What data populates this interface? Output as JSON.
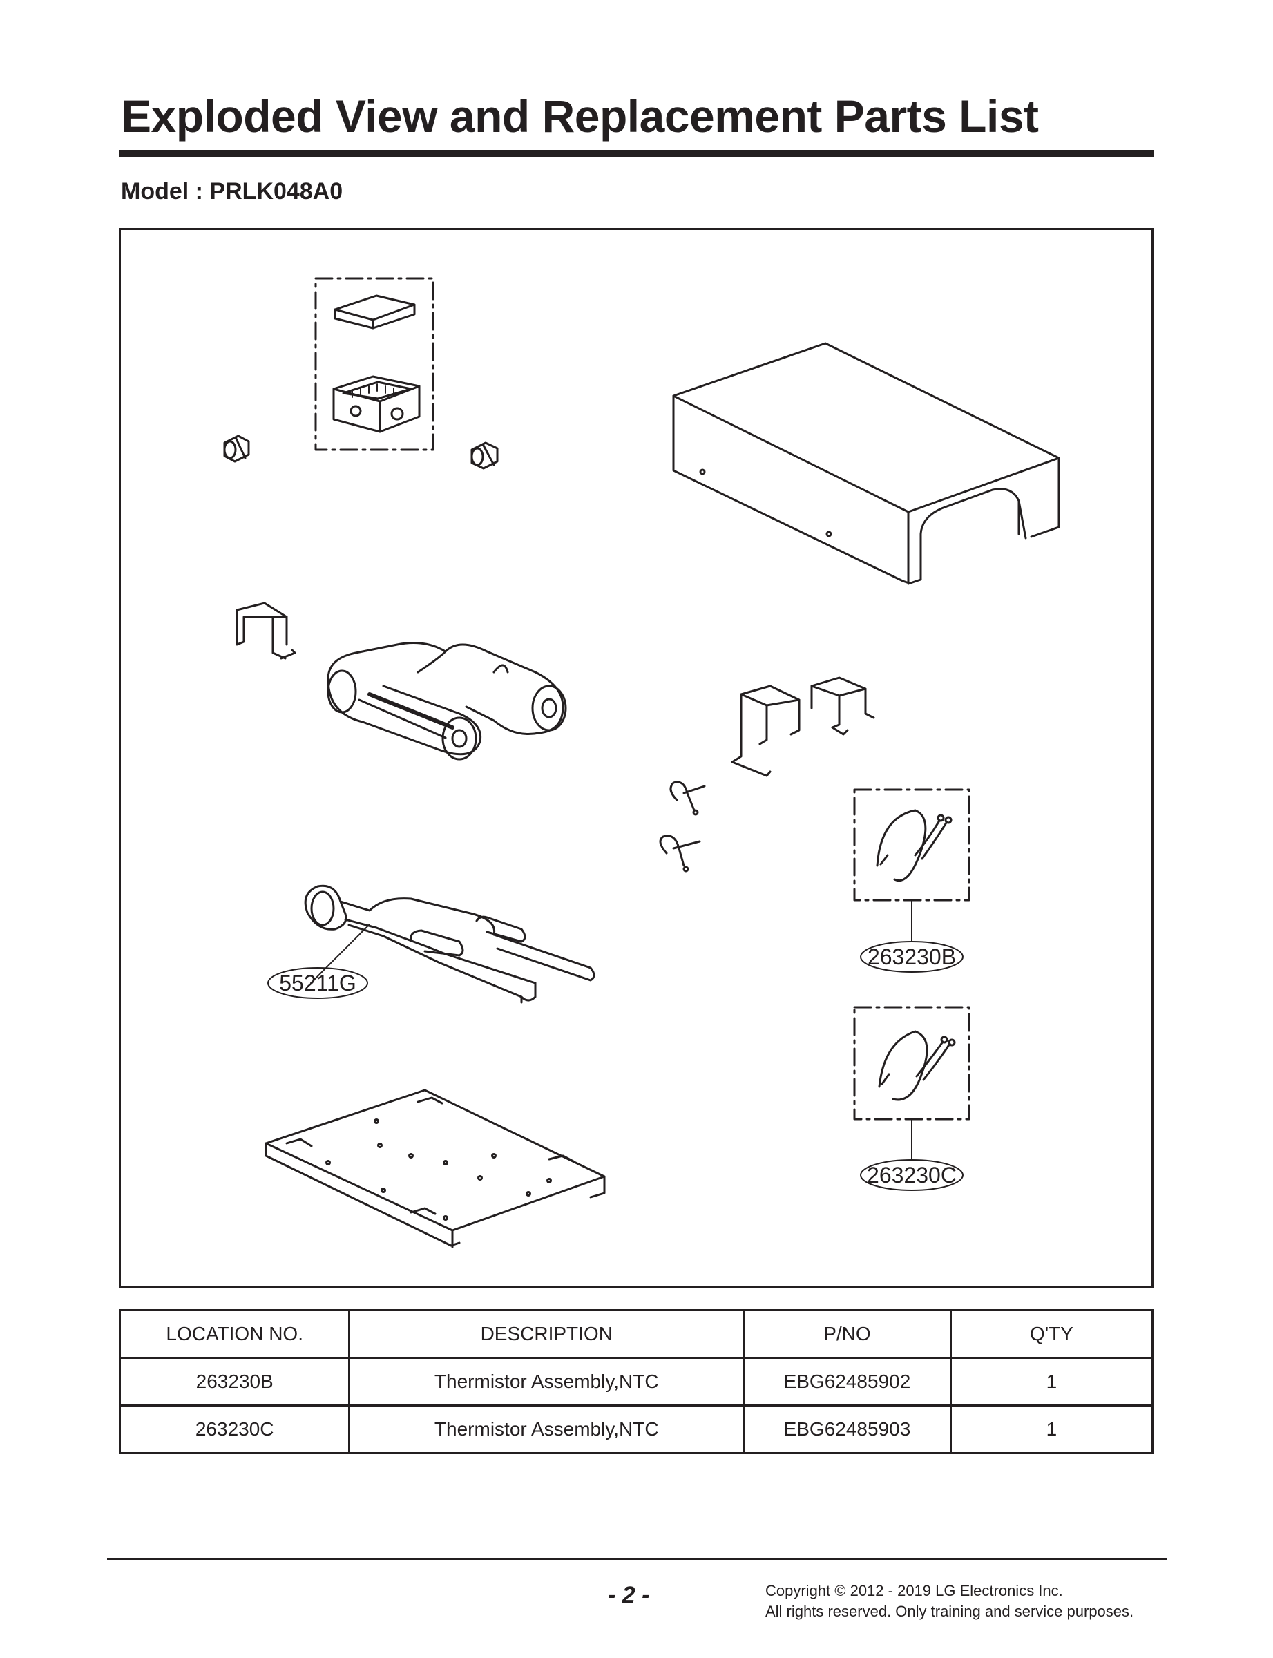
{
  "title": "Exploded View and Replacement Parts List",
  "model": "Model : PRLK048A0",
  "callouts": [
    "55211G",
    "263230B",
    "263230C"
  ],
  "table": {
    "headers": [
      "LOCATION NO.",
      "DESCRIPTION",
      "P/NO",
      "Q'TY"
    ],
    "rows": [
      [
        "263230B",
        "Thermistor Assembly,NTC",
        "EBG62485902",
        "1"
      ],
      [
        "263230C",
        "Thermistor Assembly,NTC",
        "EBG62485903",
        "1"
      ]
    ]
  },
  "footer": {
    "page": "- 2 -",
    "copyright_line1": "Copyright © 2012 - 2019 LG Electronics Inc.",
    "copyright_line2": "All rights reserved. Only training and service purposes."
  }
}
